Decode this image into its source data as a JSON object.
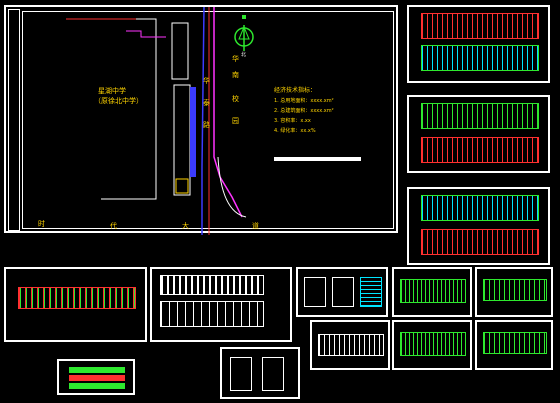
{
  "site": {
    "school_name": "星湖中学",
    "school_subtitle": "（原徐北中学）",
    "road_name_chars": [
      "时",
      "代",
      "大",
      "道"
    ],
    "east_road_chars": [
      "华",
      "泰",
      "路"
    ],
    "east_label_chars": [
      "华",
      "南",
      "校",
      "园"
    ],
    "notes_title": "经济技术指标：",
    "notes": [
      "1. 总用地面积：xxxx.xm²",
      "2. 总建筑面积：xxxx.xm²",
      "3. 容积率：x.xx",
      "4. 绿化率：xx.x%"
    ],
    "compass_label": "北"
  },
  "colors": {
    "line": "#2ee82e",
    "accent": "#ff3030",
    "border": "#ffffff",
    "magenta": "#ff33ff",
    "blue": "#3b3bff",
    "cyan": "#00e5ff",
    "yellow": "#ffd400"
  }
}
